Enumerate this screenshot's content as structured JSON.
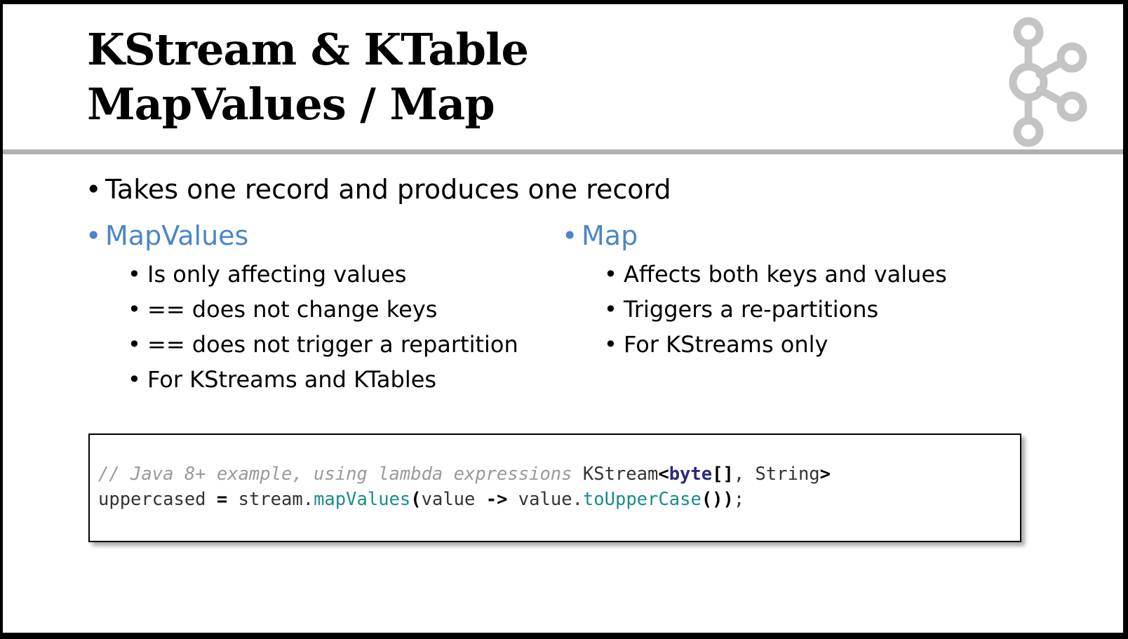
{
  "slide": {
    "title_line1": "KStream & KTable",
    "title_line2": "MapValues / Map",
    "logo_icon": "kafka-logo-icon",
    "colors": {
      "accent_blue": "#4a86c8",
      "divider": "#b0b0b0",
      "logo": "#c4c4c4"
    }
  },
  "content": {
    "intro": "Takes one record and produces one record",
    "left": {
      "heading": "MapValues",
      "items": [
        "Is only affecting values",
        "== does not change keys",
        "== does not trigger a repartition",
        "For KStreams and KTables"
      ]
    },
    "right": {
      "heading": "Map",
      "items": [
        "Affects both keys and values",
        "Triggers a re-partitions",
        "For KStreams only"
      ]
    }
  },
  "code": {
    "comment": "// Java 8+ example, using lambda expressions",
    "type_name": " KStream",
    "lt": "<",
    "kw_byte": "byte",
    "brackets": "[]",
    "comma_string": ", String",
    "gt": ">",
    "line2_var": "uppercased ",
    "eq": "=",
    "stream_part": " stream.",
    "method1": "mapValues",
    "paren_open": "(",
    "lambda_param": "value ",
    "arrow": "->",
    "value_part": " value.",
    "method2": "toUpperCase",
    "paren_close": "())",
    "semicolon": ";"
  }
}
